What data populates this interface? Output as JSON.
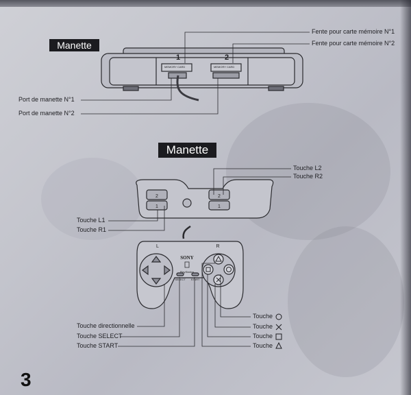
{
  "section1": {
    "title": "Manette",
    "port1_number": "1",
    "port2_number": "2",
    "memory_card_label": "MEMORY CARD",
    "fente1": "Fente pour carte mémoire N°1",
    "fente2": "Fente pour carte mémoire N°2",
    "port1": "Port de manette N°1",
    "port2": "Port de manette N°2"
  },
  "section2": {
    "title": "Manette",
    "l2": "Touche L2",
    "r2": "Touche R2",
    "l1": "Touche L1",
    "r1": "Touche R1",
    "shoulder_l2": "2",
    "shoulder_l1": "1",
    "shoulder_r2": "2",
    "shoulder_r1": "1",
    "pad_l": "L",
    "pad_r": "R",
    "brand": "SONY",
    "console_name": "PlayStation",
    "select_label": "SELECT",
    "start_label": "START",
    "directionnelle": "Touche directionnelle",
    "select": "Touche SELECT",
    "start": "Touche START",
    "circle": "Touche",
    "cross": "Touche",
    "square": "Touche",
    "triangle": "Touche"
  },
  "page_number": "3"
}
